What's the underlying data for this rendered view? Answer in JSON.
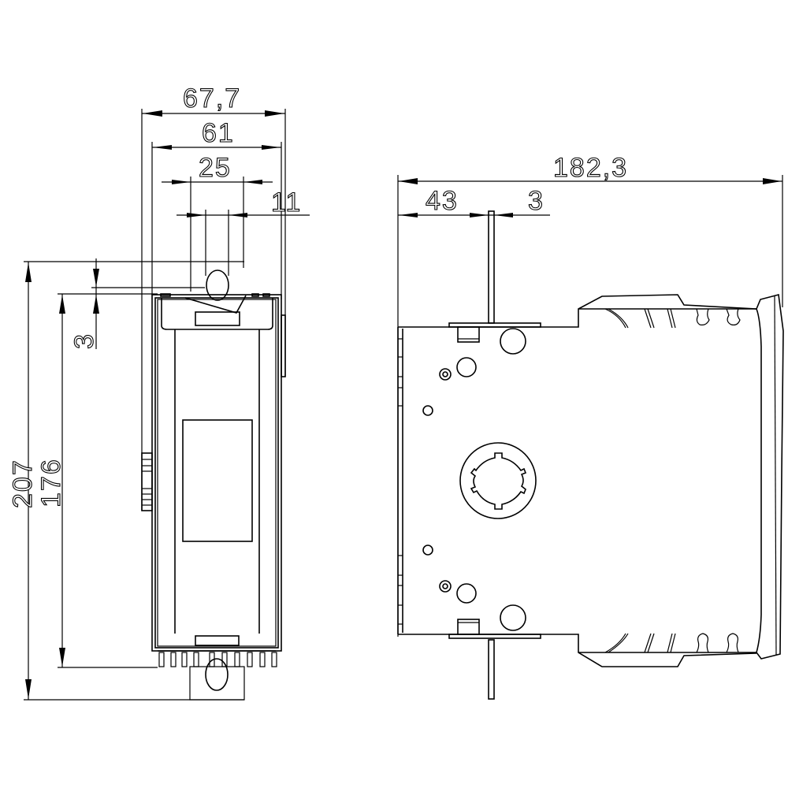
{
  "drawing": {
    "type": "technical dimension drawing",
    "views": [
      "front-view",
      "side-view"
    ],
    "units": "mm",
    "line_color": "#000000",
    "background": "#ffffff"
  },
  "front_view": {
    "dimensions": {
      "overall_width_with_clip": "67,7",
      "body_width": "61",
      "connector_pitch_span": "25",
      "terminal_opening": "11",
      "clip_offset": "3",
      "overall_height": "207",
      "body_height": "176"
    }
  },
  "side_view": {
    "dimensions": {
      "overall_depth": "182,3",
      "rail_offset": "43",
      "rail_thickness": "3"
    }
  }
}
